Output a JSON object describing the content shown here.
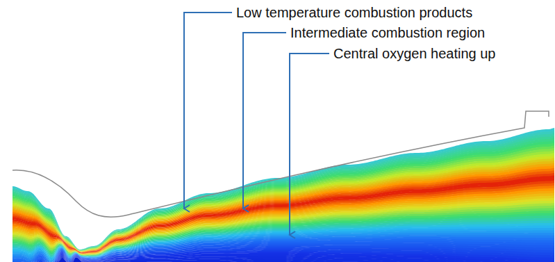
{
  "diagram": {
    "labels": [
      "Low temperature combustion products",
      "Intermediate combustion region",
      "Central oxygen heating up"
    ]
  }
}
